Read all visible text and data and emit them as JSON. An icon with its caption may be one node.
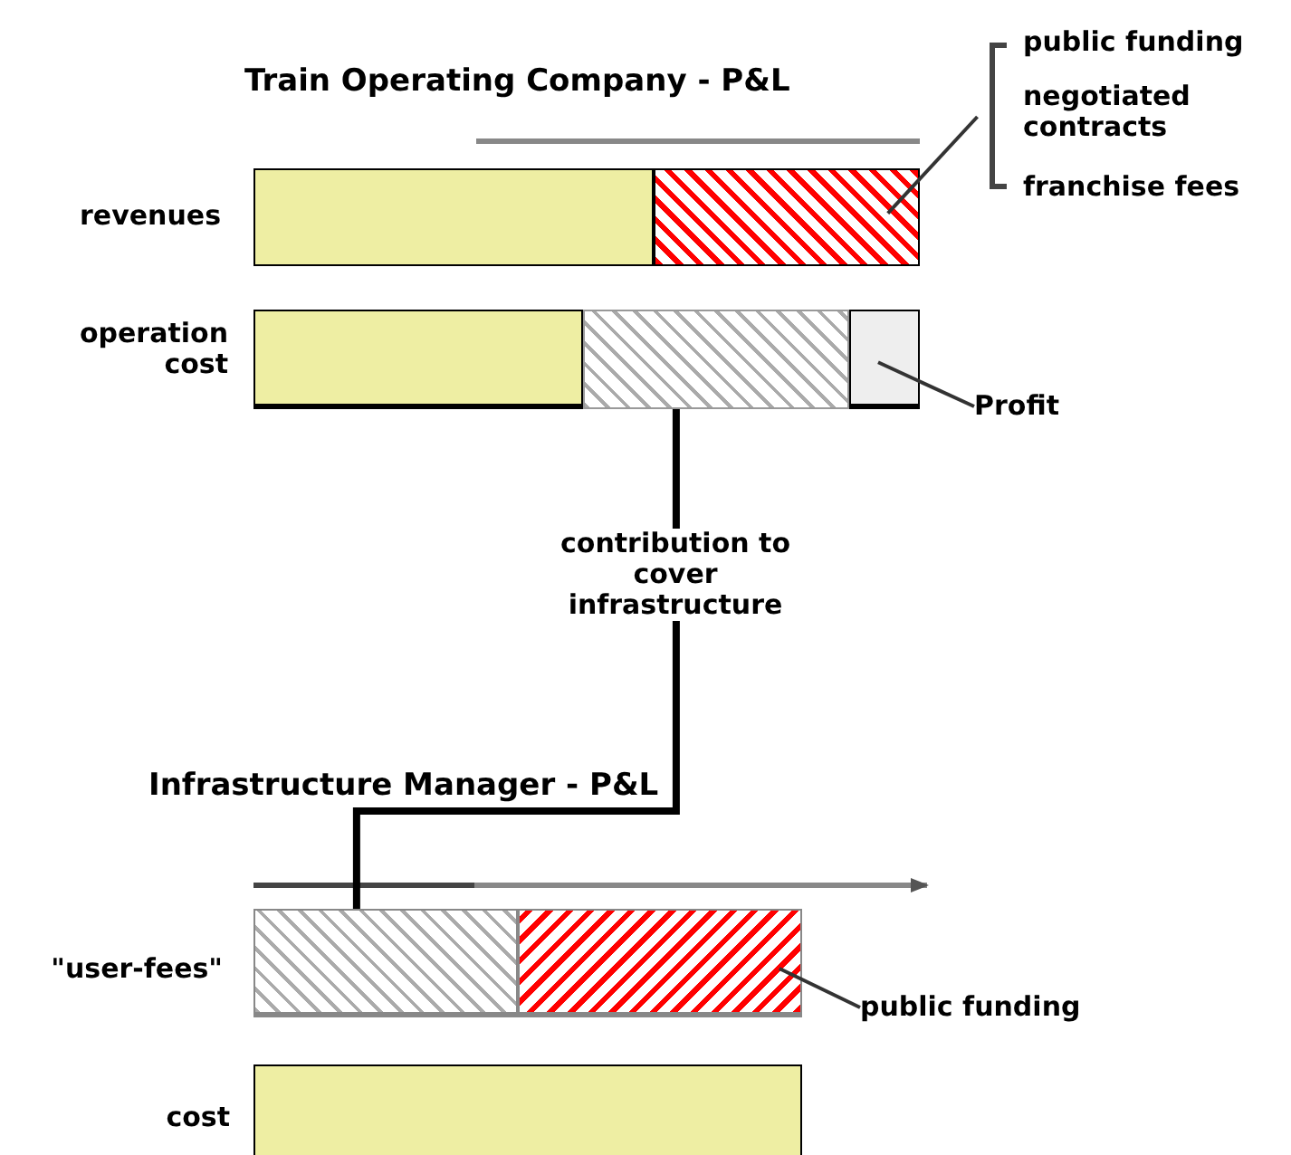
{
  "diagram": {
    "nodes": [
      {
        "text": [],
        "shape": "bar"
      },
      {
        "text": [],
        "shape": "bar"
      },
      {
        "text": [],
        "shape": "bar"
      },
      {
        "text": [],
        "shape": "bar"
      },
      {
        "text": [],
        "shape": "bar"
      },
      {
        "text": [],
        "shape": "bar"
      },
      {
        "text": [],
        "shape": "bar"
      },
      {
        "text": [],
        "shape": "bar"
      },
      {
        "text": [
          "public funding",
          "negotiated contracts",
          "franchise fees"
        ]
      },
      {
        "text": [
          "Profit"
        ]
      },
      {
        "text": [
          "public funding"
        ]
      }
    ],
    "edges": [
      {
        "from": 8,
        "to": 1,
        "arrow": "none"
      },
      {
        "from": 9,
        "to": 4,
        "arrow": "none"
      },
      {
        "from": 3,
        "to": 5,
        "arrow": "none",
        "style": "thick",
        "label": "contribution to cover infrastructure"
      },
      {
        "from": 10,
        "to": 6,
        "arrow": "none"
      }
    ],
    "labels": [
      "Train Operating Company - P&L",
      "revenues",
      "operation cost",
      "Infrastructure Manager - P&L",
      "\"user-fees\"",
      "cost"
    ]
  }
}
